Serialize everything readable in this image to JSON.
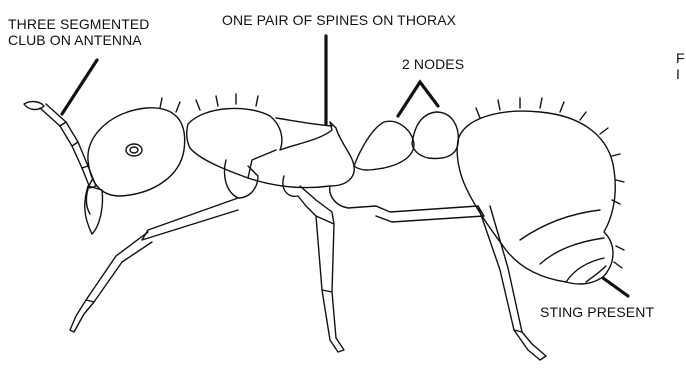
{
  "labels": {
    "antenna": [
      "THREE SEGMENTED",
      "CLUB ON ANTENNA"
    ],
    "spines": "ONE PAIR OF SPINES ON THORAX",
    "nodes": "2 NODES",
    "sting": "STING PRESENT",
    "cut_right": [
      "F",
      "I"
    ]
  },
  "colors": {
    "ink": "#111111",
    "background": "#ffffff"
  }
}
